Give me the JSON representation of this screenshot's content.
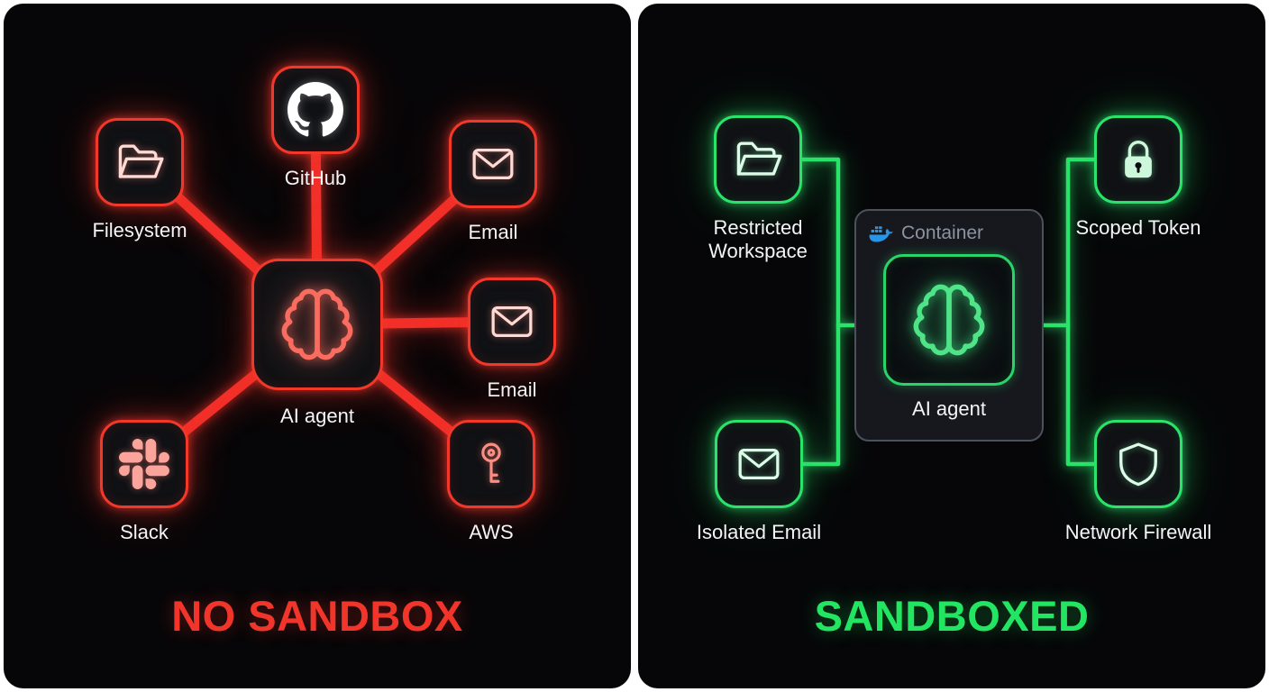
{
  "left_panel": {
    "title": "NO SANDBOX",
    "accent_color": "#f2372b",
    "background_color": "#060608",
    "agent": {
      "label": "AI agent",
      "icon": "brain-icon"
    },
    "nodes": [
      {
        "id": "filesystem",
        "label": "Filesystem",
        "icon": "folder-icon"
      },
      {
        "id": "github",
        "label": "GitHub",
        "icon": "github-icon"
      },
      {
        "id": "email-top",
        "label": "Email",
        "icon": "envelope-icon"
      },
      {
        "id": "email-right",
        "label": "Email",
        "icon": "envelope-icon"
      },
      {
        "id": "slack",
        "label": "Slack",
        "icon": "slack-icon"
      },
      {
        "id": "aws",
        "label": "AWS",
        "icon": "key-icon"
      }
    ]
  },
  "right_panel": {
    "title": "SANDBOXED",
    "accent_color": "#2be36a",
    "background_color": "#060608",
    "container": {
      "label": "Container",
      "icon": "docker-icon",
      "border_color": "#4b525c",
      "label_color": "#8b93a0"
    },
    "agent": {
      "label": "AI agent",
      "icon": "brain-icon"
    },
    "nodes": [
      {
        "id": "restricted-workspace",
        "label": "Restricted Workspace",
        "icon": "folder-icon"
      },
      {
        "id": "scoped-token",
        "label": "Scoped Token",
        "icon": "lock-icon"
      },
      {
        "id": "isolated-email",
        "label": "Isolated Email",
        "icon": "envelope-icon"
      },
      {
        "id": "network-firewall",
        "label": "Network Firewall",
        "icon": "shield-icon"
      }
    ]
  }
}
